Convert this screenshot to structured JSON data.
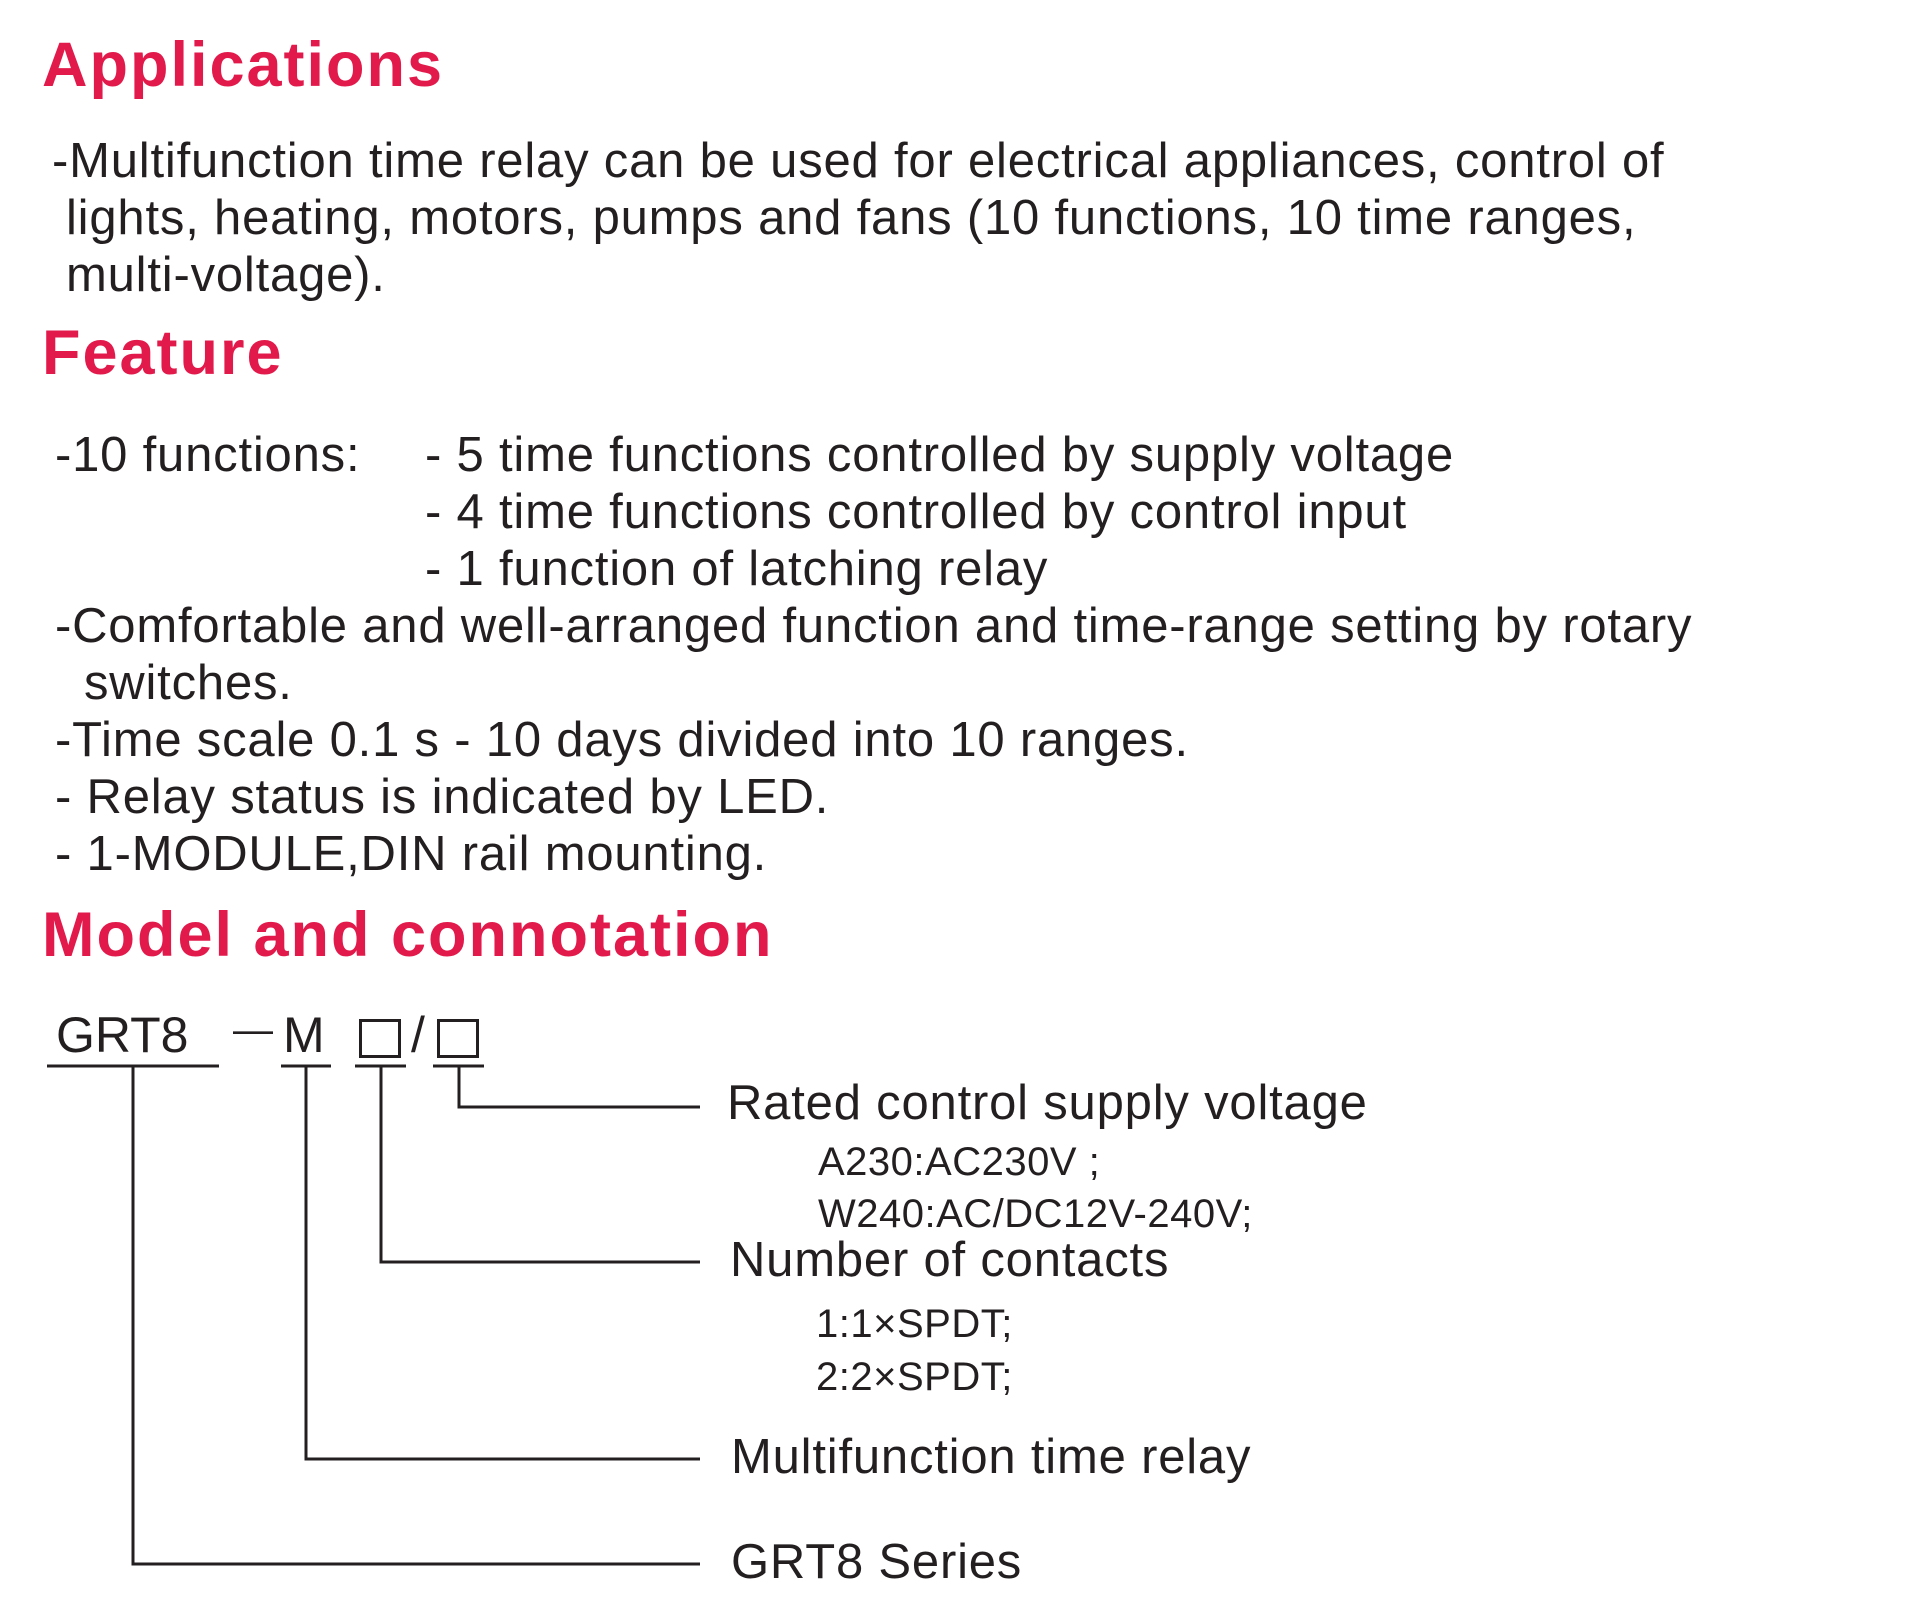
{
  "applications": {
    "heading": "Applications",
    "lines": [
      "-Multifunction time relay can be used for electrical appliances, control of",
      "lights, heating, motors, pumps and fans (10 functions, 10 time ranges,",
      "multi-voltage)."
    ]
  },
  "feature": {
    "heading": "Feature",
    "functions_label": "-10 functions:",
    "functions": [
      "- 5 time functions controlled by supply voltage",
      "- 4 time functions controlled by control input",
      "- 1 function of latching relay"
    ],
    "items": [
      "-Comfortable and well-arranged function and time-range setting by rotary",
      "switches.",
      "-Time scale 0.1 s - 10 days divided into 10 ranges.",
      "- Relay status is indicated by LED.",
      "- 1-MODULE,DIN rail mounting."
    ]
  },
  "model": {
    "heading": "Model and connotation",
    "code_series": "GRT8",
    "code_dash": "—",
    "code_type": "M",
    "code_separator": "/",
    "fields": [
      {
        "label": "Rated control supply voltage",
        "options": [
          "A230:AC230V ;",
          "W240:AC/DC12V-240V;"
        ]
      },
      {
        "label": "Number of contacts",
        "options": [
          "1:1×SPDT;",
          "2:2×SPDT;"
        ]
      },
      {
        "label": "Multifunction time relay"
      },
      {
        "label": "GRT8 Series"
      }
    ]
  }
}
